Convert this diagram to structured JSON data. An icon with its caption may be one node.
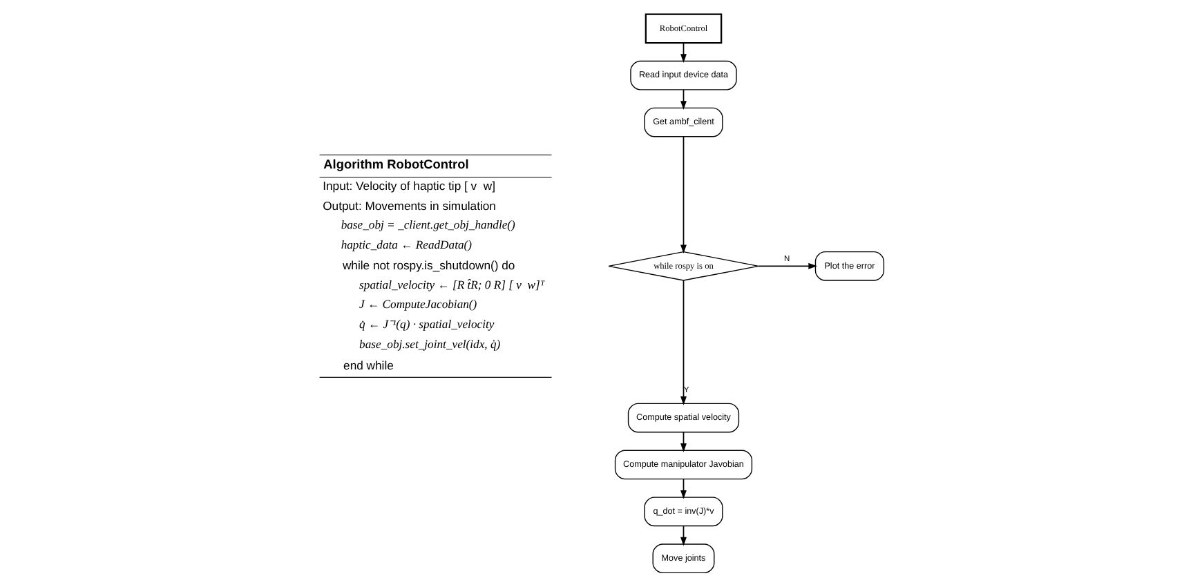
{
  "diagram": {
    "nodes": [
      {
        "text": [
          "RobotControl"
        ]
      },
      {
        "text": [
          "Read input device data"
        ]
      },
      {
        "text": [
          "Get ambf_cilent"
        ]
      },
      {
        "text": [
          "while rospy is on"
        ]
      },
      {
        "text": [
          "Plot the error"
        ]
      },
      {
        "text": [
          "Compute spatial velocity"
        ]
      },
      {
        "text": [
          "Compute manipulator Javobian"
        ]
      },
      {
        "text": [
          "q_dot = inv(J)*v"
        ]
      },
      {
        "text": [
          "Move joints"
        ]
      }
    ],
    "edges": [
      {
        "from": 0,
        "to": 1,
        "arrow": "to"
      },
      {
        "from": 1,
        "to": 2,
        "arrow": "to"
      },
      {
        "from": 2,
        "to": 3,
        "arrow": "to"
      },
      {
        "from": 3,
        "to": 4,
        "arrow": "to",
        "label": "N"
      },
      {
        "from": 3,
        "to": 5,
        "arrow": "to",
        "label": "Y"
      },
      {
        "from": 5,
        "to": 6,
        "arrow": "to"
      },
      {
        "from": 6,
        "to": 7,
        "arrow": "to"
      },
      {
        "from": 7,
        "to": 8,
        "arrow": "to"
      }
    ],
    "labels": [
      "Algorithm RobotControl",
      "Input: Velocity of haptic tip [ v  w]",
      "Output: Movements in simulation",
      "base_obj = _client.get_obj_handle()",
      "haptic_data ← ReadData()",
      "while not rospy.is_shutdown() do",
      "spatial_velocity ← [R t̂R; 0 R] [ v  w]ᵀ",
      "J ← ComputeJacobian()",
      "q̇ ← J⁻¹(q) · spatial_velocity",
      "base_obj.set_joint_vel(idx, q̇)",
      "end while"
    ]
  }
}
